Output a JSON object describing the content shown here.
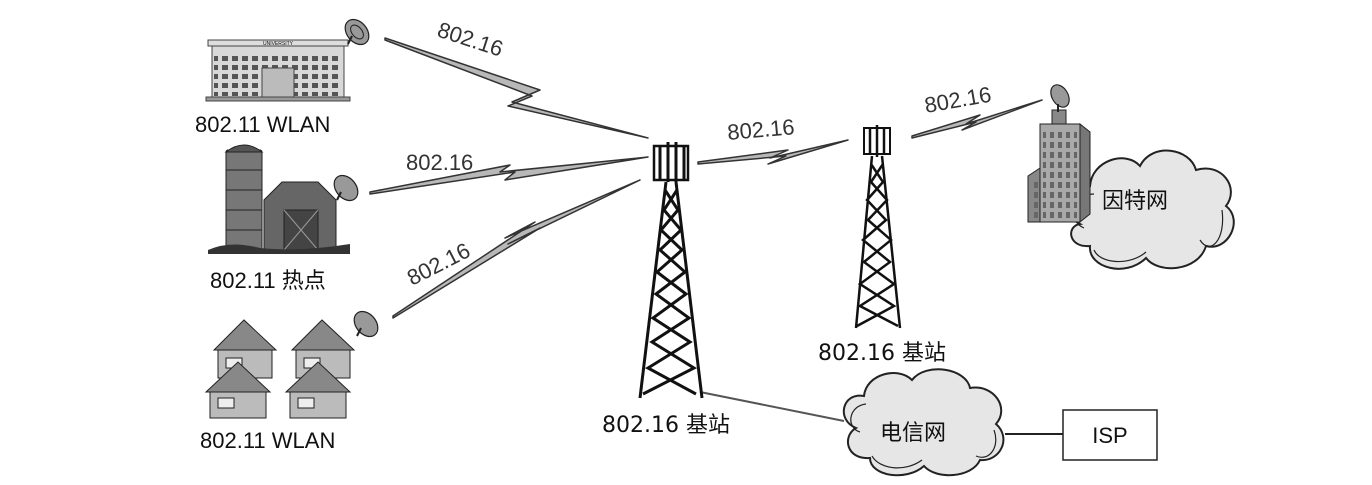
{
  "diagram": {
    "nodes": {
      "university": {
        "label": "802.11 WLAN",
        "sign": "UNIVERSITY"
      },
      "farm": {
        "label": "802.11 热点"
      },
      "houses": {
        "label": "802.11 WLAN"
      },
      "tower_main": {
        "label": "802.16 基站"
      },
      "tower_relay": {
        "label": "802.16 基站"
      },
      "internet": {
        "label": "因特网"
      },
      "telecom": {
        "label": "电信网"
      },
      "isp": {
        "label": "ISP"
      }
    },
    "links": [
      {
        "from": "university",
        "to": "tower_main",
        "label": "802.16"
      },
      {
        "from": "farm",
        "to": "tower_main",
        "label": "802.16"
      },
      {
        "from": "houses",
        "to": "tower_main",
        "label": "802.16"
      },
      {
        "from": "tower_main",
        "to": "tower_relay",
        "label": "802.16"
      },
      {
        "from": "tower_relay",
        "to": "internet",
        "label": "802.16"
      },
      {
        "from": "tower_main",
        "to": "telecom",
        "label": ""
      },
      {
        "from": "telecom",
        "to": "isp",
        "label": ""
      }
    ],
    "colors": {
      "bolt": "#b8b8b8",
      "bolt_stroke": "#333333",
      "cloud": "#e6e6e6",
      "building": "#a9a9a9"
    }
  }
}
